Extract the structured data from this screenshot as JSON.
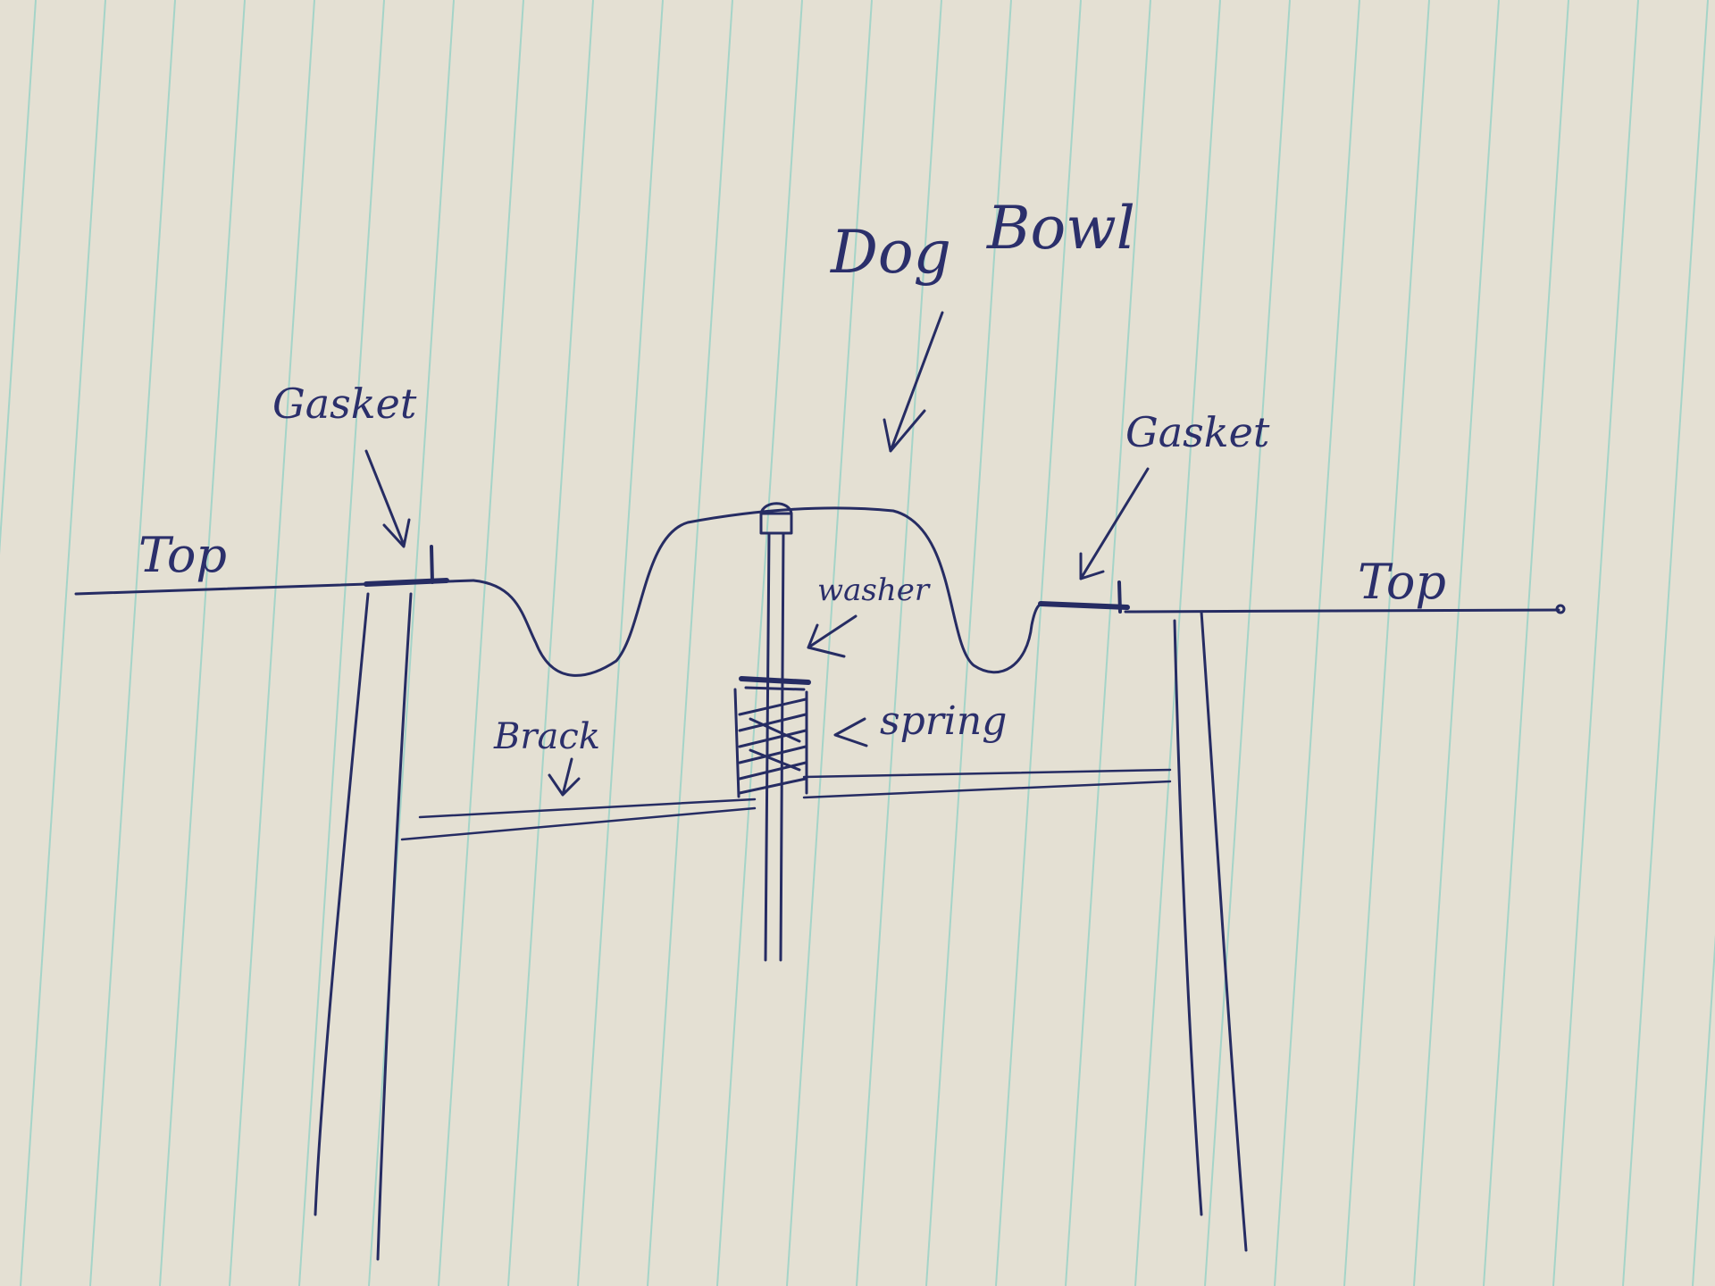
{
  "colors": {
    "paper": "#e9e4d8",
    "rule_line": "#9fd3c7",
    "ink": "#262c63"
  },
  "labels": {
    "dog_bowl_1": "Dog",
    "dog_bowl_2": "Bowl",
    "gasket_left": "Gasket",
    "gasket_right": "Gasket",
    "top_left": "Top",
    "top_right": "Top",
    "washer": "washer",
    "spring": "spring",
    "bracket": "Brack"
  }
}
